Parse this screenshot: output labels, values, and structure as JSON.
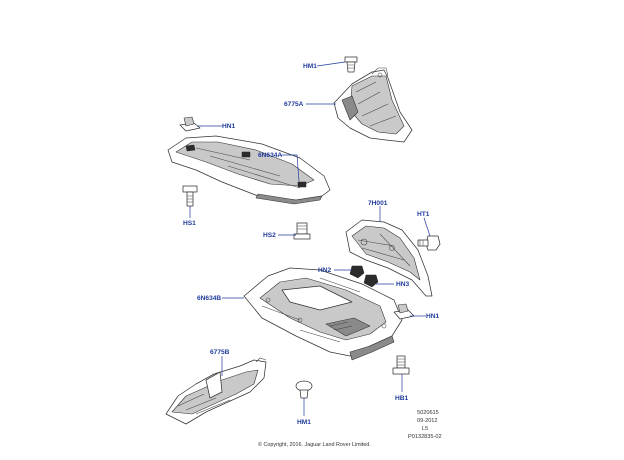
{
  "callouts": {
    "hm1_top": "HM1",
    "c6775a": "6775A",
    "hn1_top": "HN1",
    "c6n634a": "6N634A",
    "hs1": "HS1",
    "hs2": "HS2",
    "c7h001": "7H001",
    "ht1": "HT1",
    "hn2": "HN2",
    "hn3": "HN3",
    "c6n634b": "6N634B",
    "hn1_right": "HN1",
    "c6775b": "6775B",
    "hm1_bottom": "HM1",
    "hb1": "HB1"
  },
  "meta": {
    "line1": "5020615",
    "line2": "09-2012",
    "line3": "L5",
    "line4": "P0132835-02"
  },
  "copyright": "© Copyright, 2016. Jaguar Land Rover Limited."
}
